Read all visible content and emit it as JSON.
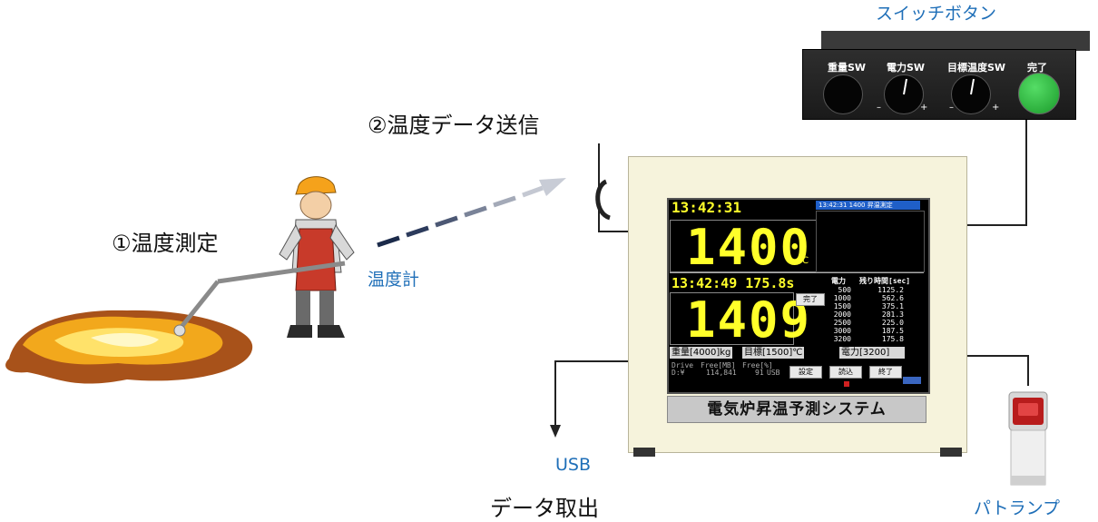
{
  "labels": {
    "step1": "①温度測定",
    "step2": "②温度データ送信",
    "thermometer": "温度計",
    "switch_title": "スイッチボタン",
    "usb": "USB",
    "data_out": "データ取出",
    "patlamp": "パトランプ"
  },
  "switches": {
    "weight": "重量SW",
    "power": "電力SW",
    "target": "目標温度SW",
    "done": "完了",
    "minus": "–",
    "plus": "+"
  },
  "screen": {
    "time1": "13:42:31",
    "temp1": "1400",
    "unit": "℃",
    "header_bar": "13:42:31 1400 昇温測定",
    "time2": "13:42:49 175.8s",
    "temp2": "1409",
    "done_button": "完了",
    "table_header_power": "電力",
    "table_header_remaining": "残り時間[sec]",
    "table_rows": [
      [
        "500",
        "1125.2"
      ],
      [
        "1000",
        "562.6"
      ],
      [
        "1500",
        "375.1"
      ],
      [
        "2000",
        "281.3"
      ],
      [
        "2500",
        "225.0"
      ],
      [
        "3000",
        "187.5"
      ],
      [
        "3200",
        "175.8"
      ]
    ],
    "weight_field": "重量[4000]kg",
    "target_field": "目標[1500]℃",
    "power_field": "電力[3200]",
    "drive_label": "Drive",
    "drive_value": "D:¥",
    "free_mb_label": "Free[MB]",
    "free_mb_value": "114,841",
    "free_pct_label": "Free[%]",
    "free_pct_value": "91",
    "usb_small": "USB",
    "btn_settings": "設定",
    "btn_load": "読込",
    "btn_exit": "終了"
  },
  "nameplate": "電気炉昇温予測システム",
  "colors": {
    "label_blue": "#1f6fb8",
    "screen_yellow": "#ffff2a",
    "header_bar_blue": "#1f5fc8",
    "green_button": "#2fbf3f"
  }
}
